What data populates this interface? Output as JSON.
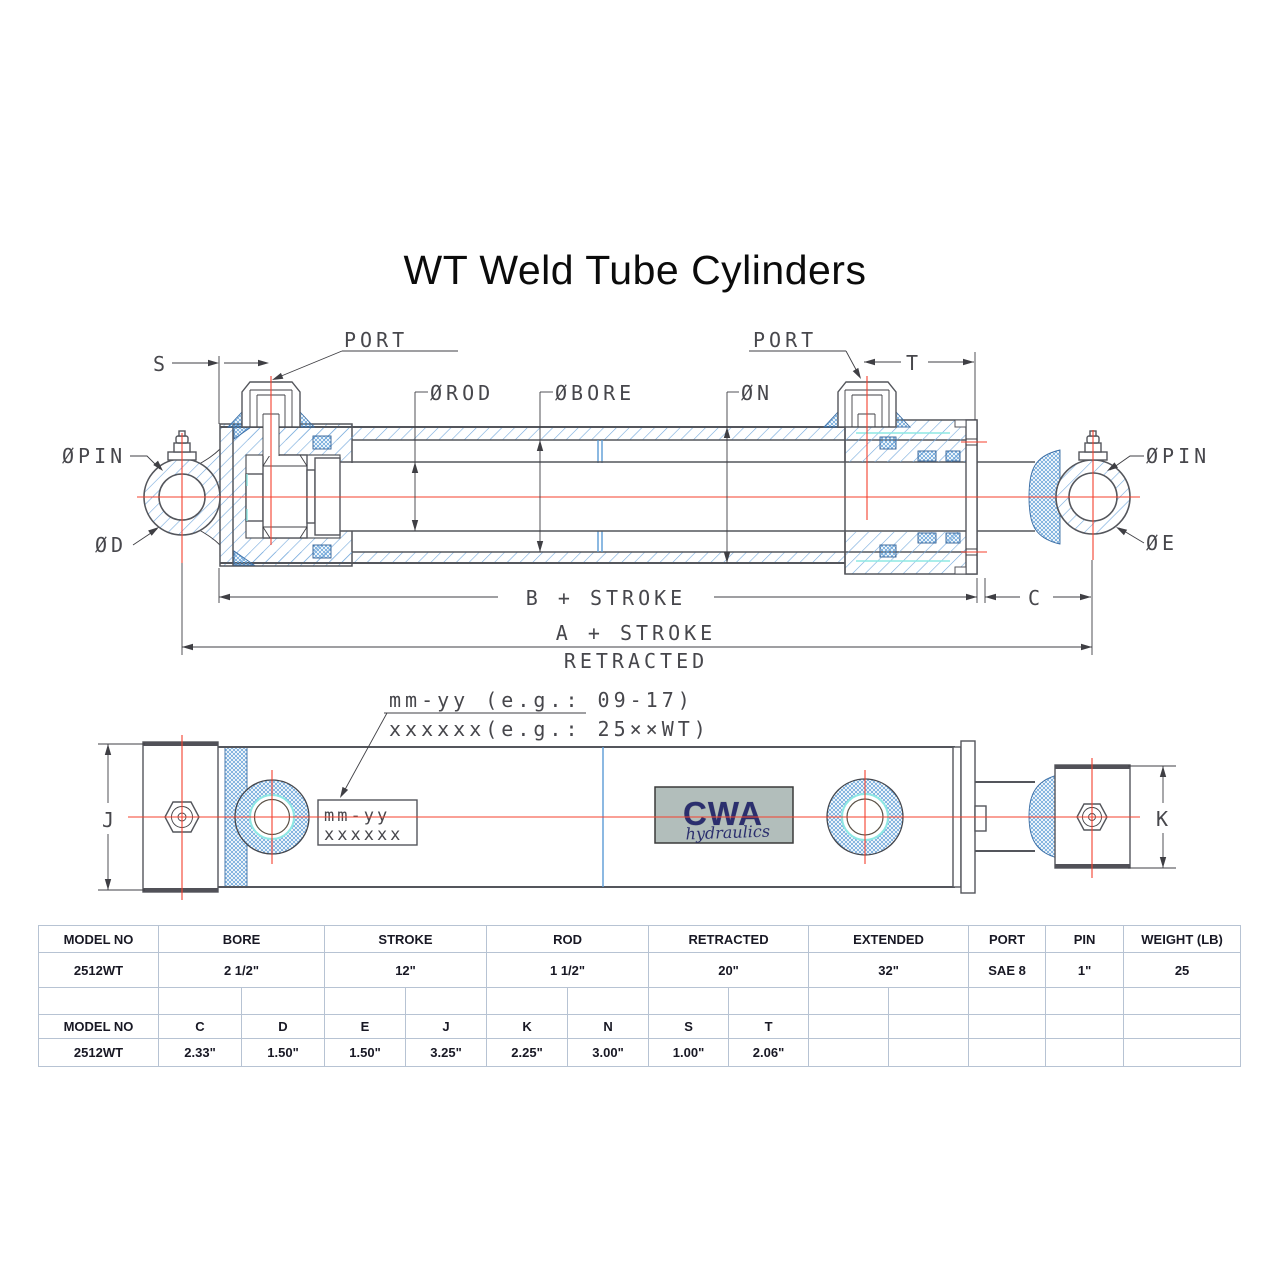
{
  "title": "WT Weld Tube Cylinders",
  "drawing": {
    "labels": {
      "port_left": "PORT",
      "port_right": "PORT",
      "s": "S",
      "t": "T",
      "rod": "ØROD",
      "bore": "ØBORE",
      "n": "ØN",
      "pin_left": "ØPIN",
      "pin_right": "ØPIN",
      "d": "ØD",
      "e": "ØE",
      "b_stroke": "B + STROKE",
      "c": "C",
      "a_stroke": "A + STROKE",
      "retracted": "RETRACTED",
      "j": "J",
      "k": "K"
    },
    "date_note": {
      "line1": "mm-yy (e.g.: 09-17)",
      "line2": "xxxxxx(e.g.: 25××WT)"
    },
    "stamp": {
      "line1": "mm-yy",
      "line2": "xxxxxx"
    },
    "logo": {
      "name": "CWA",
      "tagline": "hydraulics"
    },
    "colors": {
      "centerline": "#f4402e",
      "hatch": "#74a9dc",
      "weld": "#5b9bd5",
      "outline": "#54565c",
      "cyan": "#8ee8e4",
      "logo_bg": "#b2bebb",
      "logo_text": "#2b2f6e"
    }
  },
  "spec_table": {
    "headers": [
      "MODEL NO",
      "BORE",
      "STROKE",
      "ROD",
      "RETRACTED",
      "EXTENDED",
      "PORT",
      "PIN",
      "WEIGHT (LB)"
    ],
    "rows": [
      [
        "2512WT",
        "2 1/2\"",
        "12\"",
        "1 1/2\"",
        "20\"",
        "32\"",
        "SAE 8",
        "1\"",
        "25"
      ]
    ]
  },
  "dim_table": {
    "headers": [
      "MODEL NO",
      "C",
      "D",
      "E",
      "J",
      "K",
      "N",
      "S",
      "T"
    ],
    "rows": [
      [
        "2512WT",
        "2.33\"",
        "1.50\"",
        "1.50\"",
        "3.25\"",
        "2.25\"",
        "3.00\"",
        "1.00\"",
        "2.06\""
      ]
    ]
  }
}
